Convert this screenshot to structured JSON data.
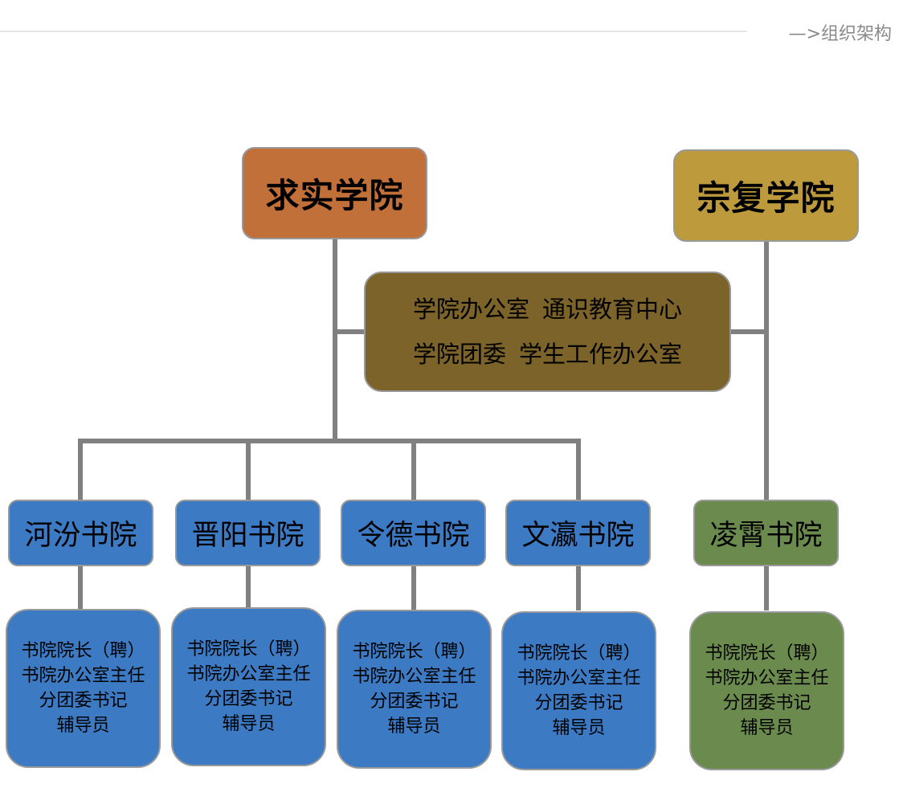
{
  "breadcrumb": "—>组织架构",
  "colleges": [
    {
      "name": "求实学院",
      "color": "#c07038"
    },
    {
      "name": "宗复学院",
      "color": "#bd9a3b"
    }
  ],
  "center": {
    "rows": [
      [
        "学院办公室",
        "通识教育中心"
      ],
      [
        "学院团委",
        "学生工作办公室"
      ]
    ],
    "color": "#7c6329"
  },
  "academies": [
    {
      "name": "河汾书院",
      "color": "#3d7ac4"
    },
    {
      "name": "晋阳书院",
      "color": "#3d7ac4"
    },
    {
      "name": "令德书院",
      "color": "#3d7ac4"
    },
    {
      "name": "文瀛书院",
      "color": "#3d7ac4"
    },
    {
      "name": "凌霄书院",
      "color": "#6b8b4e"
    }
  ],
  "staff_roles": [
    "书院院长（聘）",
    "书院办公室主任",
    "分团委书记",
    "辅导员"
  ]
}
